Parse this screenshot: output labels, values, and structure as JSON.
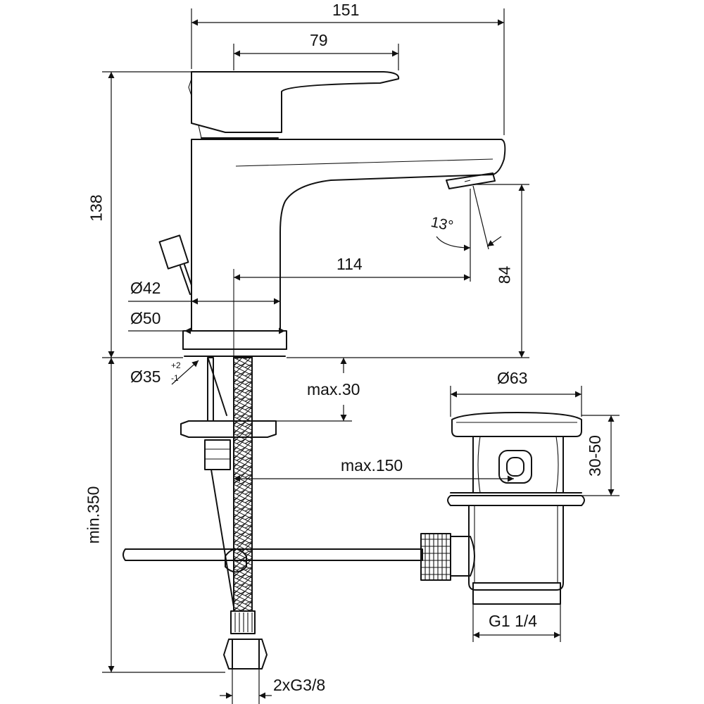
{
  "drawing": {
    "dimensions": {
      "overall_width": "151",
      "lever_length": "79",
      "total_height": "138",
      "spout_reach": "114",
      "spout_height": "84",
      "angle": "13°",
      "body_diameter": "Ø42",
      "base_diameter": "Ø50",
      "hole_diameter": "Ø35",
      "hole_tolerance_upper": "+2",
      "hole_tolerance_lower": "-1",
      "max_thickness": "max.30",
      "min_length": "min.350",
      "max_drawrod": "max.150",
      "waste_diameter": "Ø63",
      "waste_height": "30-50",
      "waste_thread": "G1 1/4",
      "connection": "2xG3/8"
    }
  }
}
